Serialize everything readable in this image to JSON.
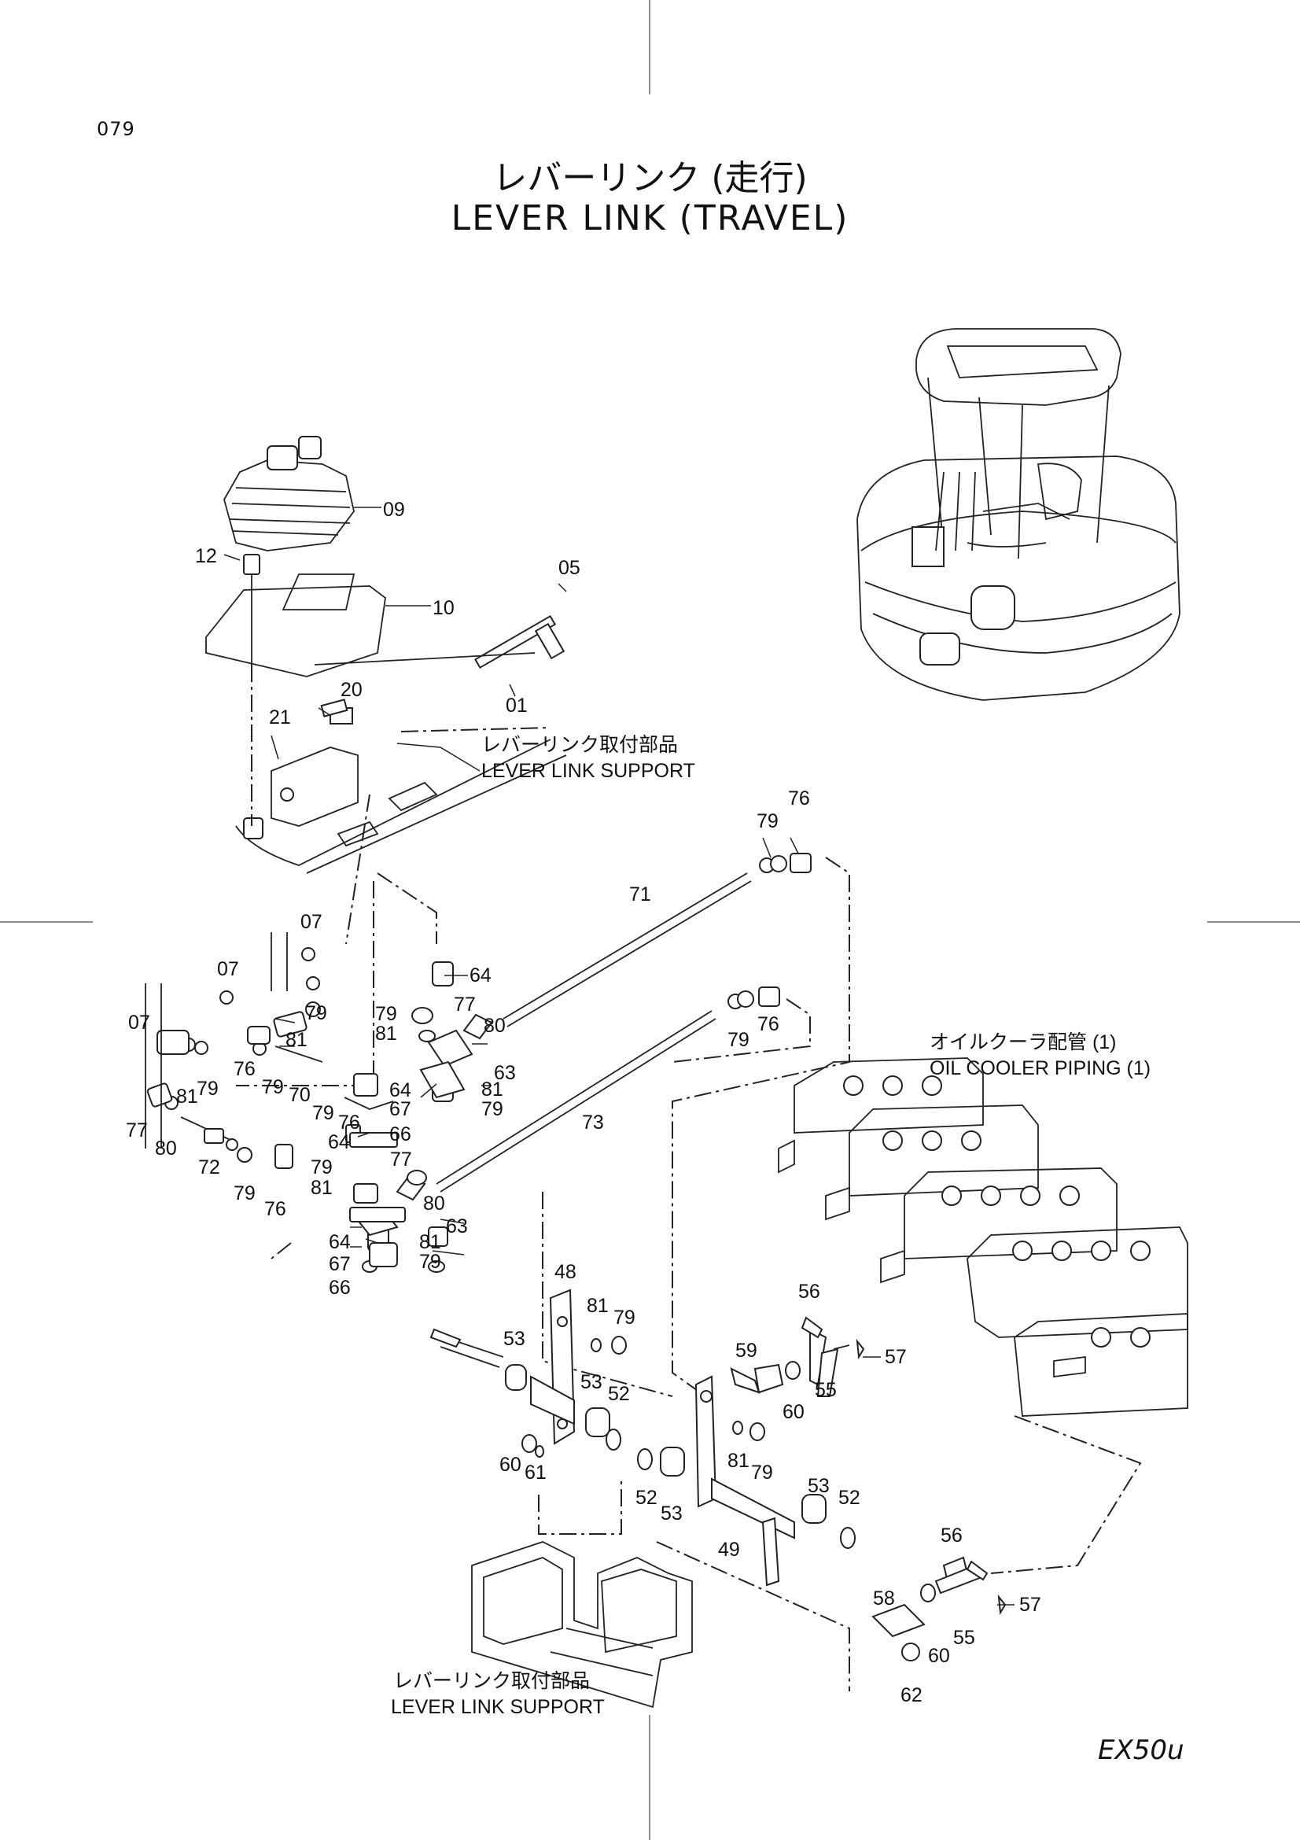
{
  "page_code": "079",
  "title_jp": "レバーリンク (走行)",
  "title_en": "LEVER  LINK  (TRAVEL)",
  "model": "EX50u",
  "notes": {
    "support_top_jp": "レバーリンク取付部品",
    "support_top_en": "LEVER  LINK  SUPPORT",
    "oil_cooler_jp": "オイルクーラ配管 (1)",
    "oil_cooler_en": "OIL  COOLER  PIPING  (1)",
    "support_bottom_jp": "レバーリンク取付部品",
    "support_bottom_en": "LEVER  LINK  SUPPORT"
  },
  "callouts": [
    {
      "id": "c-09",
      "label": "09"
    },
    {
      "id": "c-12",
      "label": "12"
    },
    {
      "id": "c-10",
      "label": "10"
    },
    {
      "id": "c-05",
      "label": "05"
    },
    {
      "id": "c-01",
      "label": "01"
    },
    {
      "id": "c-20",
      "label": "20"
    },
    {
      "id": "c-21",
      "label": "21"
    },
    {
      "id": "c-76a",
      "label": "76"
    },
    {
      "id": "c-79a",
      "label": "79"
    },
    {
      "id": "c-71",
      "label": "71"
    },
    {
      "id": "c-07a",
      "label": "07"
    },
    {
      "id": "c-07b",
      "label": "07"
    },
    {
      "id": "c-07c",
      "label": "07"
    },
    {
      "id": "c-64a",
      "label": "64"
    },
    {
      "id": "c-79b",
      "label": "79"
    },
    {
      "id": "c-81a",
      "label": "81"
    },
    {
      "id": "c-77a",
      "label": "77"
    },
    {
      "id": "c-80a",
      "label": "80"
    },
    {
      "id": "c-79c",
      "label": "79"
    },
    {
      "id": "c-76b",
      "label": "76"
    },
    {
      "id": "c-79d",
      "label": "79"
    },
    {
      "id": "c-81b",
      "label": "81"
    },
    {
      "id": "c-76c",
      "label": "76"
    },
    {
      "id": "c-79e",
      "label": "79"
    },
    {
      "id": "c-70",
      "label": "70"
    },
    {
      "id": "c-79f",
      "label": "79"
    },
    {
      "id": "c-76d",
      "label": "76"
    },
    {
      "id": "c-63a",
      "label": "63"
    },
    {
      "id": "c-64b",
      "label": "64"
    },
    {
      "id": "c-81c",
      "label": "81"
    },
    {
      "id": "c-67a",
      "label": "67"
    },
    {
      "id": "c-79g",
      "label": "79"
    },
    {
      "id": "c-66a",
      "label": "66"
    },
    {
      "id": "c-73",
      "label": "73"
    },
    {
      "id": "c-81d",
      "label": "81"
    },
    {
      "id": "c-79h",
      "label": "79"
    },
    {
      "id": "c-77b",
      "label": "77"
    },
    {
      "id": "c-80b",
      "label": "80"
    },
    {
      "id": "c-72",
      "label": "72"
    },
    {
      "id": "c-64c",
      "label": "64"
    },
    {
      "id": "c-79i",
      "label": "79"
    },
    {
      "id": "c-81e",
      "label": "81"
    },
    {
      "id": "c-77c",
      "label": "77"
    },
    {
      "id": "c-80c",
      "label": "80"
    },
    {
      "id": "c-79j",
      "label": "79"
    },
    {
      "id": "c-76e",
      "label": "76"
    },
    {
      "id": "c-63b",
      "label": "63"
    },
    {
      "id": "c-64d",
      "label": "64"
    },
    {
      "id": "c-81f",
      "label": "81"
    },
    {
      "id": "c-67b",
      "label": "67"
    },
    {
      "id": "c-79k",
      "label": "79"
    },
    {
      "id": "c-66b",
      "label": "66"
    },
    {
      "id": "c-48",
      "label": "48"
    },
    {
      "id": "c-81g",
      "label": "81"
    },
    {
      "id": "c-79l",
      "label": "79"
    },
    {
      "id": "c-56a",
      "label": "56"
    },
    {
      "id": "c-57a",
      "label": "57"
    },
    {
      "id": "c-59",
      "label": "59"
    },
    {
      "id": "c-55a",
      "label": "55"
    },
    {
      "id": "c-60a",
      "label": "60"
    },
    {
      "id": "c-53a",
      "label": "53"
    },
    {
      "id": "c-53b",
      "label": "53"
    },
    {
      "id": "c-52a",
      "label": "52"
    },
    {
      "id": "c-60b",
      "label": "60"
    },
    {
      "id": "c-61",
      "label": "61"
    },
    {
      "id": "c-81h",
      "label": "81"
    },
    {
      "id": "c-79m",
      "label": "79"
    },
    {
      "id": "c-52b",
      "label": "52"
    },
    {
      "id": "c-53c",
      "label": "53"
    },
    {
      "id": "c-53d",
      "label": "53"
    },
    {
      "id": "c-52c",
      "label": "52"
    },
    {
      "id": "c-49",
      "label": "49"
    },
    {
      "id": "c-56b",
      "label": "56"
    },
    {
      "id": "c-57b",
      "label": "57"
    },
    {
      "id": "c-58",
      "label": "58"
    },
    {
      "id": "c-55b",
      "label": "55"
    },
    {
      "id": "c-60c",
      "label": "60"
    },
    {
      "id": "c-62",
      "label": "62"
    }
  ]
}
